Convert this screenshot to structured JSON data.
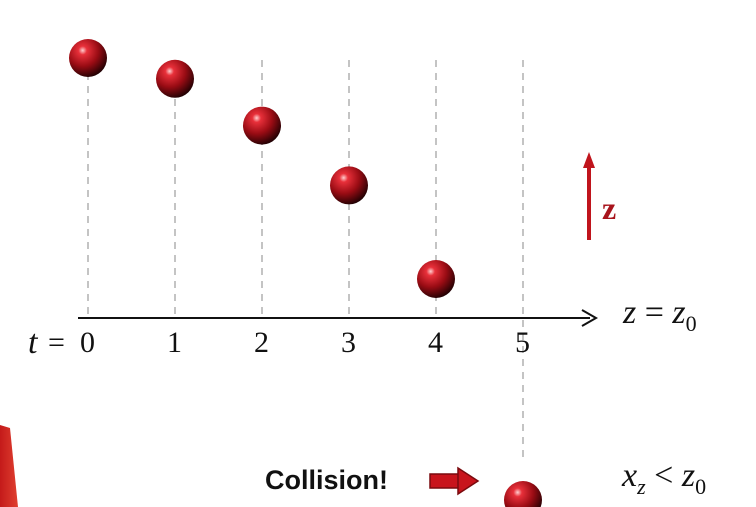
{
  "time_axis": {
    "variable": "t",
    "equals": "=",
    "ticks": [
      "0",
      "1",
      "2",
      "3",
      "4",
      "5"
    ]
  },
  "boundary": {
    "lhs": "z",
    "op": "=",
    "rhs_base": "z",
    "rhs_sub": "0"
  },
  "up_arrow_label": "z",
  "collision": {
    "label": "Collision!",
    "condition": {
      "lhs_base": "x",
      "lhs_sub": "z",
      "op": "<",
      "rhs_base": "z",
      "rhs_sub": "0"
    }
  },
  "balls": [
    {
      "t": 0,
      "height": 1.0
    },
    {
      "t": 1,
      "height": 0.92
    },
    {
      "t": 2,
      "height": 0.74
    },
    {
      "t": 3,
      "height": 0.51
    },
    {
      "t": 4,
      "height": 0.15
    },
    {
      "t": 5,
      "height": -0.7
    }
  ],
  "colors": {
    "ball": "#b0101a",
    "accent": "#c0141c",
    "guide": "#b5b5b5",
    "axis": "#111111"
  }
}
